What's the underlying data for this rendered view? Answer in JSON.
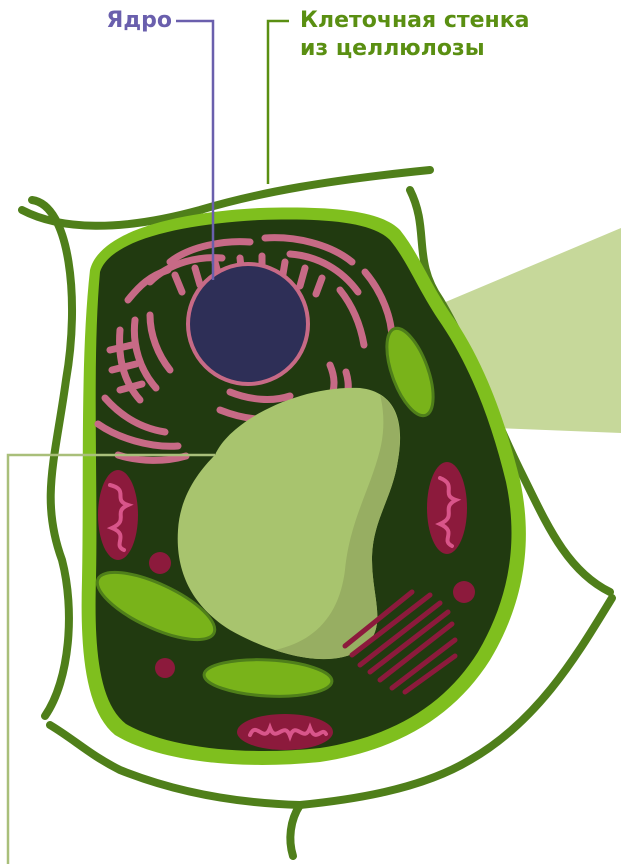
{
  "labels": {
    "nucleus": "Ядро",
    "cell_wall_line1": "Клеточная стенка",
    "cell_wall_line2": "из целлюлозы"
  },
  "colors": {
    "nucleus_label": "#6a5fad",
    "cell_wall_label": "#5a8f12",
    "cell_wall": "#4f7f1a",
    "membrane": "#7fbf1e",
    "cytoplasm": "#213a10",
    "vacuole": "#a8c46e",
    "er": "#c76a86",
    "nucleus": "#2e2f57",
    "mitochondria": "#8c1a3c",
    "chloroplast": "#79b31a",
    "zoom_beam": "#c6d89a",
    "pointer_line_vacuole": "#a9bf7a"
  }
}
